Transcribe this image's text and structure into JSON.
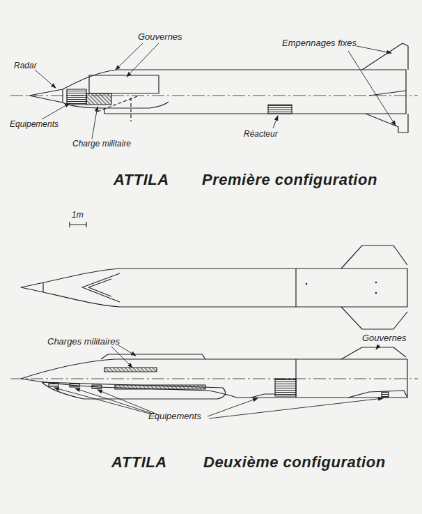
{
  "diagram": {
    "labels": [
      "Radar",
      "Gouvernes",
      "Empennages fixes",
      "Equipements",
      "Charge militaire",
      "Réacteur",
      "ATTILA",
      "Première configuration",
      "1m",
      "Charges militaires",
      "Gouvernes",
      "Equipements",
      "ATTILA",
      "Deuxième configuration"
    ]
  }
}
